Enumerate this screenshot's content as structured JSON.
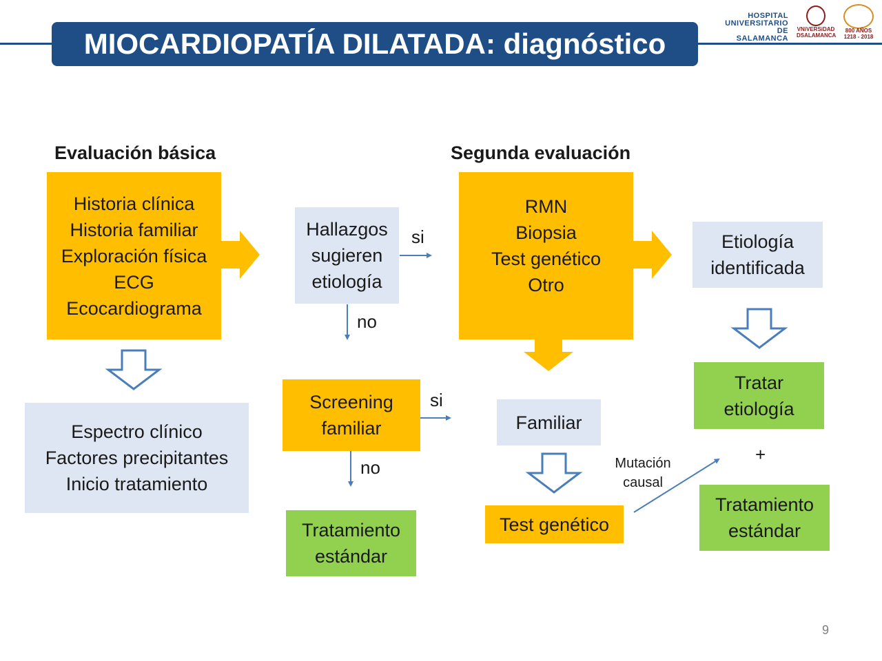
{
  "header": {
    "title": "MIOCARDIOPATÍA DILATADA: diagnóstico",
    "logos": {
      "hospital": [
        "HOSPITAL",
        "UNIVERSITARIO",
        "DE SALAMANCA"
      ],
      "universidad": [
        "VNiVERSiDAD",
        "DSALAMANCA"
      ],
      "anniversary": [
        "800 AÑOS",
        "1218 - 2018"
      ]
    }
  },
  "columns": {
    "basic": "Evaluación básica",
    "second": "Segunda evaluación"
  },
  "boxes": {
    "basic_eval": [
      "Historia clínica",
      "Historia familiar",
      "Exploración física",
      "ECG",
      "Ecocardiograma"
    ],
    "findings": [
      "Hallazgos",
      "sugieren",
      "etiología"
    ],
    "second_eval": [
      "RMN",
      "Biopsia",
      "Test genético",
      "Otro"
    ],
    "etiology_identified": [
      "Etiología",
      "identificada"
    ],
    "clinical_spectrum": [
      "Espectro clínico",
      "Factores precipitantes",
      "Inicio tratamiento"
    ],
    "family_screening": [
      "Screening",
      "familiar"
    ],
    "familial": [
      "Familiar"
    ],
    "treat_etiology": [
      "Tratar",
      "etiología"
    ],
    "standard_treatment_1": [
      "Tratamiento",
      "estándar"
    ],
    "genetic_test": [
      "Test genético"
    ],
    "standard_treatment_2": [
      "Tratamiento",
      "estándar"
    ]
  },
  "labels": {
    "si_1": "si",
    "no_1": "no",
    "si_2": "si",
    "no_2": "no",
    "plus": "+",
    "causal_mutation": [
      "Mutación",
      "causal"
    ]
  },
  "page_number": "9",
  "colors": {
    "title_bar": "#1f4e86",
    "orange": "#ffbf00",
    "light_blue": "#dde6f2",
    "green": "#92d050",
    "arrow_blue": "#4a7ebb"
  }
}
